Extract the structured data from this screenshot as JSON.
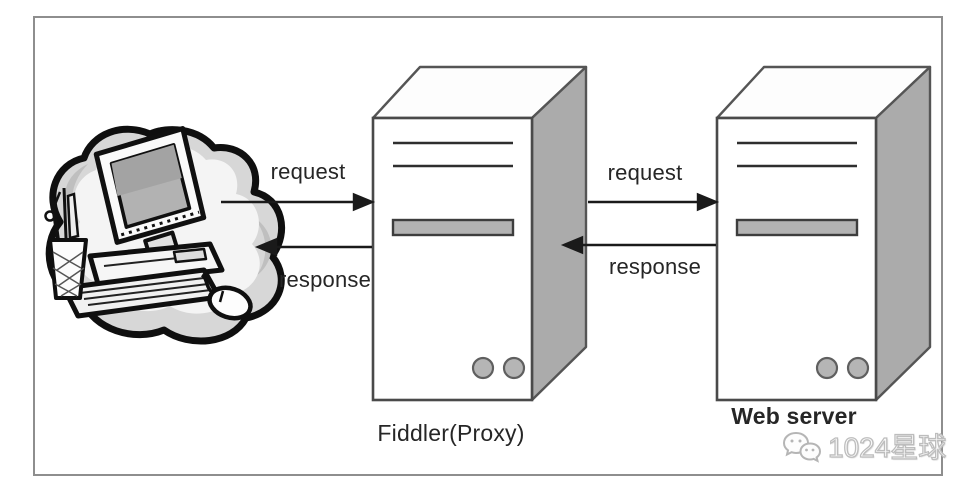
{
  "diagram": {
    "nodes": [
      {
        "id": "client",
        "kind": "computer-illustration",
        "label": ""
      },
      {
        "id": "proxy",
        "kind": "server-tower",
        "label": "Fiddler(Proxy)"
      },
      {
        "id": "webserver",
        "kind": "server-tower",
        "label": "Web server"
      }
    ],
    "edges": [
      {
        "from": "client",
        "to": "proxy",
        "label": "request",
        "direction": "right"
      },
      {
        "from": "proxy",
        "to": "client",
        "label": "response",
        "direction": "left"
      },
      {
        "from": "proxy",
        "to": "webserver",
        "label": "request",
        "direction": "right"
      },
      {
        "from": "webserver",
        "to": "proxy",
        "label": "response",
        "direction": "left"
      }
    ]
  },
  "watermark": {
    "text": "1024星球",
    "icon": "wechat-icon"
  },
  "colors": {
    "frame_border": "#8e8e8e",
    "box_stroke": "#4a4a4a",
    "box_side_fill": "#ababab",
    "slot_fill": "#b3b3b3",
    "led_fill": "#b5b5b5",
    "arrow": "#1a1a1a",
    "label_text": "#262626",
    "watermark_text": "#bdbdbd"
  }
}
